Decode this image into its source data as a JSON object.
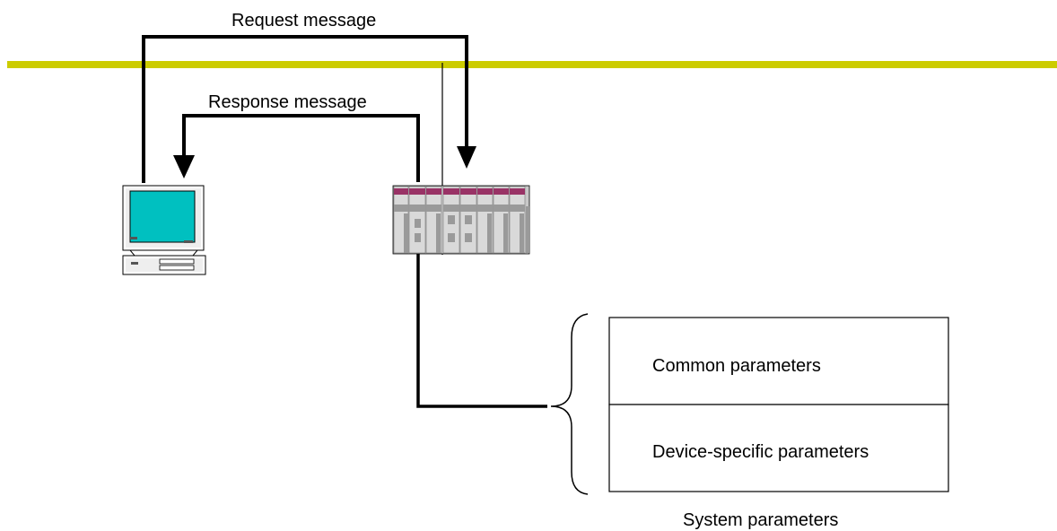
{
  "labels": {
    "request": "Request message",
    "response": "Response message",
    "common": "Common parameters",
    "device": "Device-specific parameters",
    "system": "System parameters"
  },
  "colors": {
    "network_line": "#cccc00",
    "monitor_screen": "#00c0c0",
    "module_top": "#993366",
    "module_body": "#d9d9d9",
    "module_shade": "#9a9a9a"
  },
  "icons": {
    "computer": "desktop-computer-icon",
    "plc": "plc-rack-icon"
  }
}
